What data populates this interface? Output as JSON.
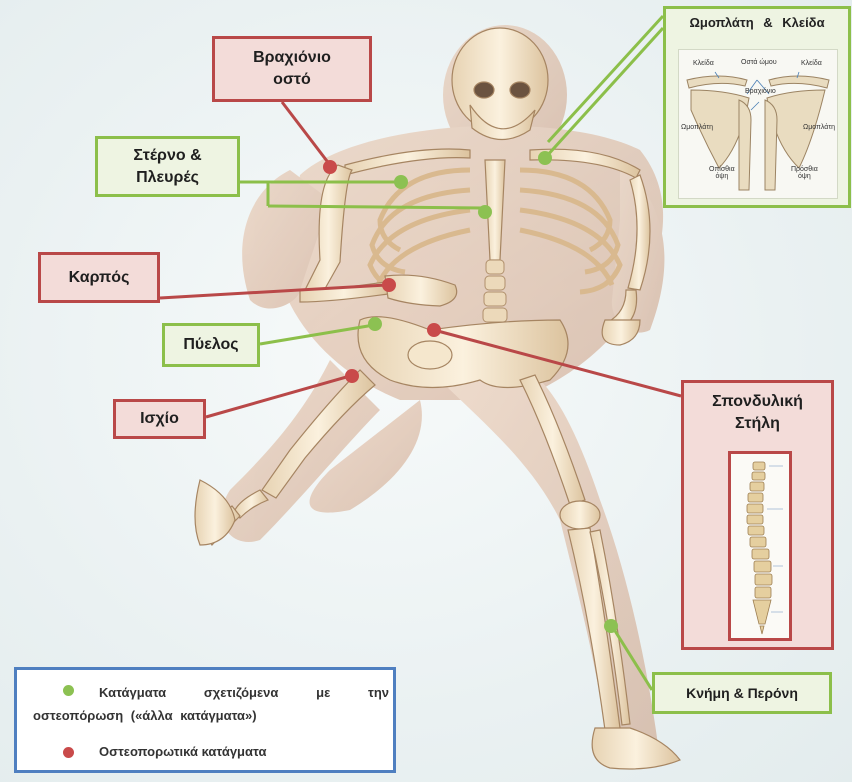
{
  "colors": {
    "osteoporotic": "#b94848",
    "other": "#8cbf4a",
    "legend_border": "#4f7fc0"
  },
  "labels": {
    "humerus": [
      "Βραχιόνιο",
      "οστό"
    ],
    "sternum": [
      "Στέρνο &",
      "Πλευρές"
    ],
    "wrist": "Καρπός",
    "pelvis": "Πύελος",
    "hip": "Ισχίο",
    "tibia": "Κνήμη & Περόνη"
  },
  "scapula_box": {
    "title": "Ωμοπλάτη & Κλείδα",
    "image_labels": {
      "clavicle_left": "Κλείδα",
      "shoulder_bones": "Οστά ώμου",
      "clavicle_right": "Κλείδα",
      "humerus": "Βραχιόνιο",
      "scapula_left": "Ωμοπλάτη",
      "scapula_right": "Ωμοπλάτη",
      "rear_view": [
        "Οπίσθια",
        "όψη"
      ],
      "front_view": [
        "Πρόσθια",
        "όψη"
      ]
    }
  },
  "spine_box": {
    "title": [
      "Σπονδυλική",
      "Στήλη"
    ]
  },
  "legend": {
    "other_fractures": "Κατάγματα σχετιζόμενα με την οστεοπόρωση («άλλα κατάγματα»)",
    "osteoporotic_fractures": "Οστεοπορωτικά κατάγματα"
  }
}
